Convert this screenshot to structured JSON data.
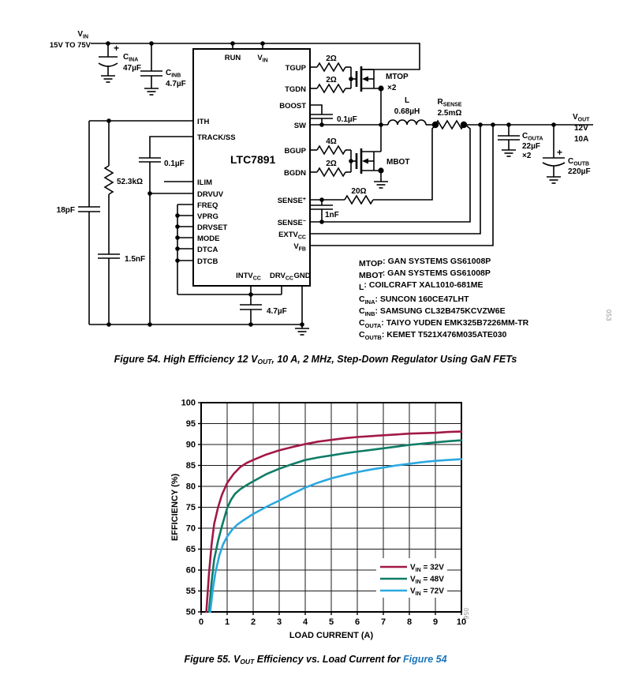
{
  "page": {
    "fig54_caption": {
      "pre": "Figure 54. High Efficiency 12 V",
      "sub": "OUT",
      "post": ", 10 A, 2 MHz, Step-Down Regulator Using GaN FETs"
    },
    "fig55_caption": {
      "pre": "Figure 55. V",
      "sub": "OUT",
      "post": " Efficiency vs. Load Current for ",
      "link": "Figure 54"
    },
    "code_53": "053",
    "code_56": "056"
  },
  "schematic": {
    "ic": "LTC7891",
    "vin": {
      "pre": "V",
      "sub": "IN"
    },
    "vin_range": "15V TO 75V",
    "plus": "+",
    "cina": {
      "pre": "C",
      "sub": "INA"
    },
    "cina_val": "47µF",
    "cinb": {
      "pre": "C",
      "sub": "INB"
    },
    "cinb_val": "4.7µF",
    "pins": {
      "run": "RUN",
      "vin": {
        "pre": "V",
        "sub": "IN"
      },
      "tgup": "TGUP",
      "tgdn": "TGDN",
      "boost": "BOOST",
      "sw": "SW",
      "bgup": "BGUP",
      "bgdn": "BGDN",
      "sensep": {
        "pre": "SENSE",
        "sup": "+"
      },
      "sensen": {
        "pre": "SENSE",
        "sup": "−"
      },
      "extvcc": {
        "pre": "EXTV",
        "sub": "CC"
      },
      "vfb": {
        "pre": "V",
        "sub": "FB"
      },
      "ith": "ITH",
      "trackss": "TRACK/SS",
      "ilim": "ILIM",
      "drvuv": "DRVUV",
      "freq": "FREQ",
      "vprg": "VPRG",
      "drvset": "DRVSET",
      "mode": "MODE",
      "dtca": "DTCA",
      "dtcb": "DTCB",
      "intvcc": {
        "pre": "INTV",
        "sub": "CC"
      },
      "drvcc": {
        "pre": "DRV",
        "sub": "CC"
      },
      "gnd": "GND"
    },
    "r_tgup": "2Ω",
    "r_tgdn": "2Ω",
    "r_bgup": "4Ω",
    "r_bgdn": "2Ω",
    "r_sns": "20Ω",
    "mtop": "MTOP",
    "mtop_x2": "×2",
    "mbot": "MBOT",
    "c_boost": "0.1µF",
    "c_sns": "1nF",
    "c_track": "0.1µF",
    "c_47": "4.7µF",
    "r_ith": "52.3kΩ",
    "c_18p": "18pF",
    "c_15n": "1.5nF",
    "l_ref": "L",
    "l_val": "0.68µH",
    "rsense": {
      "pre": "R",
      "sub": "SENSE"
    },
    "rsense_val": "2.5mΩ",
    "vout": {
      "pre": "V",
      "sub": "OUT"
    },
    "vout_v": "12V",
    "vout_a": "10A",
    "couta": {
      "pre": "C",
      "sub": "OUTA"
    },
    "couta_val": "22µF",
    "couta_x2": "×2",
    "coutb": {
      "pre": "C",
      "sub": "OUTB"
    },
    "coutb_val": "220µF",
    "notes": [
      {
        "pre": "MTOP",
        "sub": "",
        "post": ": GAN SYSTEMS GS61008P"
      },
      {
        "pre": "MBOT",
        "sub": "",
        "post": ": GAN SYSTEMS GS61008P"
      },
      {
        "pre": "L",
        "sub": "",
        "post": ": COILCRAFT XAL1010-681ME"
      },
      {
        "pre": "C",
        "sub": "INA",
        "post": ": SUNCON 160CE47LHT"
      },
      {
        "pre": "C",
        "sub": "INB",
        "post": ": SAMSUNG CL32B475KCVZW6E"
      },
      {
        "pre": "C",
        "sub": "OUTA",
        "post": ": TAIYO YUDEN EMK325B7226MM-TR"
      },
      {
        "pre": "C",
        "sub": "OUTB",
        "post": ": KEMET T521X476M035ATE030"
      }
    ]
  },
  "chart_data": {
    "type": "line",
    "title": "",
    "xlabel": "LOAD CURRENT (A)",
    "ylabel": "EFFICIENCY (%)",
    "xlim": [
      0,
      10
    ],
    "ylim": [
      50,
      100
    ],
    "xticks": [
      0,
      1,
      2,
      3,
      4,
      5,
      6,
      7,
      8,
      9,
      10
    ],
    "yticks": [
      50,
      55,
      60,
      65,
      70,
      75,
      80,
      85,
      90,
      95,
      100
    ],
    "grid": true,
    "legend_position": "inside bottom-right",
    "series": [
      {
        "name": {
          "pre": "V",
          "sub": "IN",
          "post": " = 32V"
        },
        "color": "#A21846",
        "points": [
          [
            0.2,
            50
          ],
          [
            0.3,
            59
          ],
          [
            0.4,
            66
          ],
          [
            0.5,
            71
          ],
          [
            0.65,
            75
          ],
          [
            0.8,
            78
          ],
          [
            1,
            80.8
          ],
          [
            1.25,
            83
          ],
          [
            1.5,
            84.6
          ],
          [
            1.75,
            85.6
          ],
          [
            2,
            86.3
          ],
          [
            2.5,
            87.6
          ],
          [
            3,
            88.6
          ],
          [
            3.5,
            89.4
          ],
          [
            4,
            90.1
          ],
          [
            4.5,
            90.7
          ],
          [
            5,
            91.1
          ],
          [
            5.5,
            91.5
          ],
          [
            6,
            91.8
          ],
          [
            6.5,
            92
          ],
          [
            7,
            92.2
          ],
          [
            7.5,
            92.4
          ],
          [
            8,
            92.6
          ],
          [
            8.5,
            92.7
          ],
          [
            9,
            92.8
          ],
          [
            9.5,
            93
          ],
          [
            10,
            93.1
          ]
        ]
      },
      {
        "name": {
          "pre": "V",
          "sub": "IN",
          "post": " = 48V"
        },
        "color": "#0E7C66",
        "points": [
          [
            0.3,
            50
          ],
          [
            0.4,
            57
          ],
          [
            0.5,
            62.5
          ],
          [
            0.65,
            67
          ],
          [
            0.8,
            70.5
          ],
          [
            1,
            74.8
          ],
          [
            1.15,
            76.8
          ],
          [
            1.3,
            78.2
          ],
          [
            1.5,
            79.3
          ],
          [
            1.75,
            80.3
          ],
          [
            2,
            81.2
          ],
          [
            2.5,
            82.9
          ],
          [
            3,
            84.2
          ],
          [
            3.5,
            85.3
          ],
          [
            4,
            86.3
          ],
          [
            4.5,
            86.9
          ],
          [
            5,
            87.4
          ],
          [
            5.5,
            87.9
          ],
          [
            6,
            88.3
          ],
          [
            6.5,
            88.7
          ],
          [
            7,
            89.1
          ],
          [
            7.5,
            89.5
          ],
          [
            8,
            89.9
          ],
          [
            8.5,
            90.2
          ],
          [
            9,
            90.5
          ],
          [
            9.5,
            90.8
          ],
          [
            10,
            91
          ]
        ]
      },
      {
        "name": {
          "pre": "V",
          "sub": "IN",
          "post": " = 72V"
        },
        "color": "#2BA8E0",
        "points": [
          [
            0.35,
            50
          ],
          [
            0.45,
            55.5
          ],
          [
            0.55,
            59.5
          ],
          [
            0.7,
            63.5
          ],
          [
            0.85,
            66.2
          ],
          [
            1,
            68
          ],
          [
            1.2,
            69.7
          ],
          [
            1.4,
            70.9
          ],
          [
            1.6,
            71.8
          ],
          [
            2,
            73.4
          ],
          [
            2.5,
            75.1
          ],
          [
            3,
            76.6
          ],
          [
            3.5,
            78.2
          ],
          [
            4,
            79.7
          ],
          [
            4.5,
            80.9
          ],
          [
            5,
            81.9
          ],
          [
            5.5,
            82.7
          ],
          [
            6,
            83.4
          ],
          [
            6.5,
            84
          ],
          [
            7,
            84.5
          ],
          [
            7.5,
            85
          ],
          [
            8,
            85.4
          ],
          [
            8.5,
            85.8
          ],
          [
            9,
            86.1
          ],
          [
            9.5,
            86.3
          ],
          [
            10,
            86.5
          ]
        ]
      }
    ]
  }
}
